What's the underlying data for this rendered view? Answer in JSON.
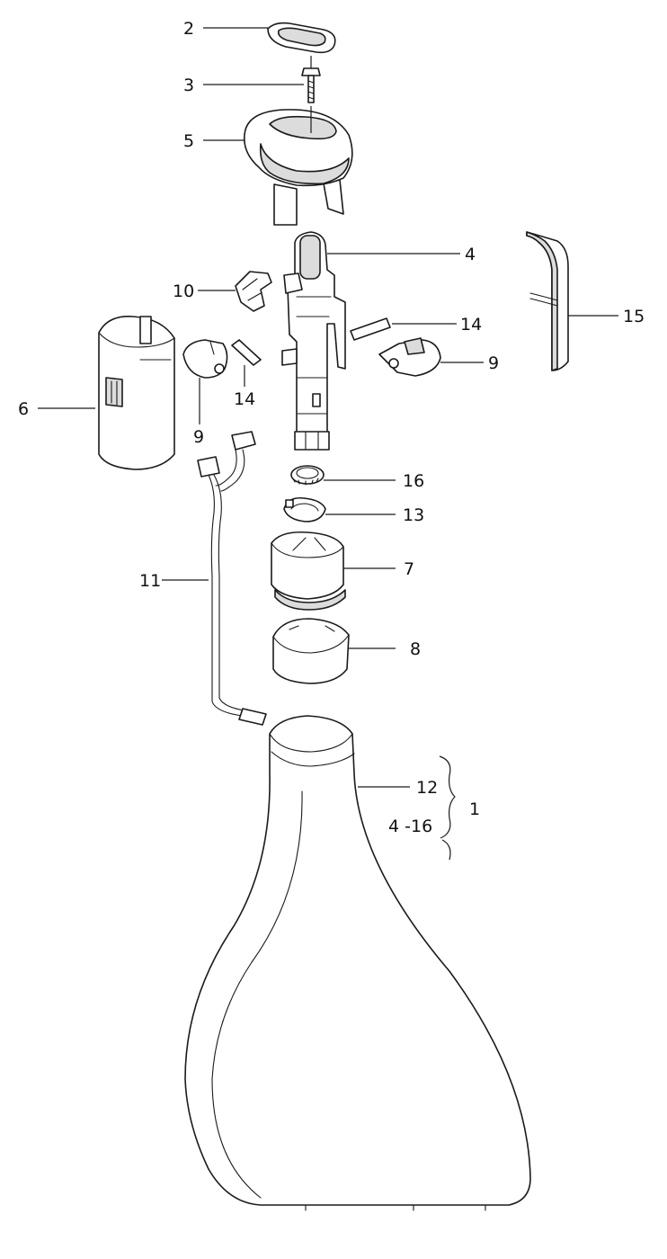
{
  "callouts": [
    {
      "id": "c2",
      "label": "2"
    },
    {
      "id": "c3",
      "label": "3"
    },
    {
      "id": "c5",
      "label": "5"
    },
    {
      "id": "c4",
      "label": "4"
    },
    {
      "id": "c10",
      "label": "10"
    },
    {
      "id": "c14a",
      "label": "14"
    },
    {
      "id": "c15",
      "label": "15"
    },
    {
      "id": "c6",
      "label": "6"
    },
    {
      "id": "c9a",
      "label": "9"
    },
    {
      "id": "c14b",
      "label": "14"
    },
    {
      "id": "c9b",
      "label": "9"
    },
    {
      "id": "c16",
      "label": "16"
    },
    {
      "id": "c13",
      "label": "13"
    },
    {
      "id": "c11",
      "label": "11"
    },
    {
      "id": "c7",
      "label": "7"
    },
    {
      "id": "c8",
      "label": "8"
    },
    {
      "id": "c12",
      "label": "12"
    },
    {
      "id": "c416",
      "label": "4 -16"
    },
    {
      "id": "c1",
      "label": "1"
    }
  ]
}
